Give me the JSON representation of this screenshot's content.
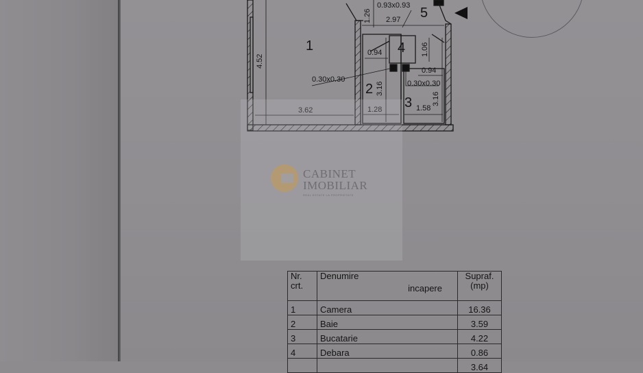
{
  "document": {
    "type": "floor-plan-sheet",
    "plan": {
      "rooms": [
        {
          "number": "1"
        },
        {
          "number": "2"
        },
        {
          "number": "3"
        },
        {
          "number": "4"
        },
        {
          "number": "5"
        }
      ],
      "dimensions": {
        "room1_height": "4.52",
        "room1_width": "3.62",
        "room2_width": "1.28",
        "room2_height": "3.16",
        "room3_width": "1.58",
        "room3_height": "3.16",
        "hall_width": "2.97",
        "hall_depth": "1.26",
        "shaft_top": "0.93x0.93",
        "shaft_left": "0.30x0.30",
        "shaft_right": "0.30x0.30",
        "debara_width_left": "0.94",
        "debara_width_right": "0.94",
        "debara_height": "1.06"
      },
      "entrance_marker": "entrance-arrow-icon"
    },
    "watermark": {
      "line1": "CABINET",
      "line2": "IMOBILIAR",
      "tagline": "REAL ESTATE LA PROPRIETATE"
    },
    "table": {
      "headers": {
        "nr": "Nr.",
        "nr2": "crt.",
        "name": "Denumire",
        "name2": "incapere",
        "area": "Supraf.",
        "area2": "(mp)"
      },
      "rows": [
        {
          "nr": "1",
          "name": "Camera",
          "area": "16.36"
        },
        {
          "nr": "2",
          "name": "Baie",
          "area": "3.59"
        },
        {
          "nr": "3",
          "name": "Bucatarie",
          "area": "4.22"
        },
        {
          "nr": "4",
          "name": "Debara",
          "area": "0.86"
        },
        {
          "nr": "",
          "name": "",
          "area": "3.64"
        }
      ]
    }
  }
}
